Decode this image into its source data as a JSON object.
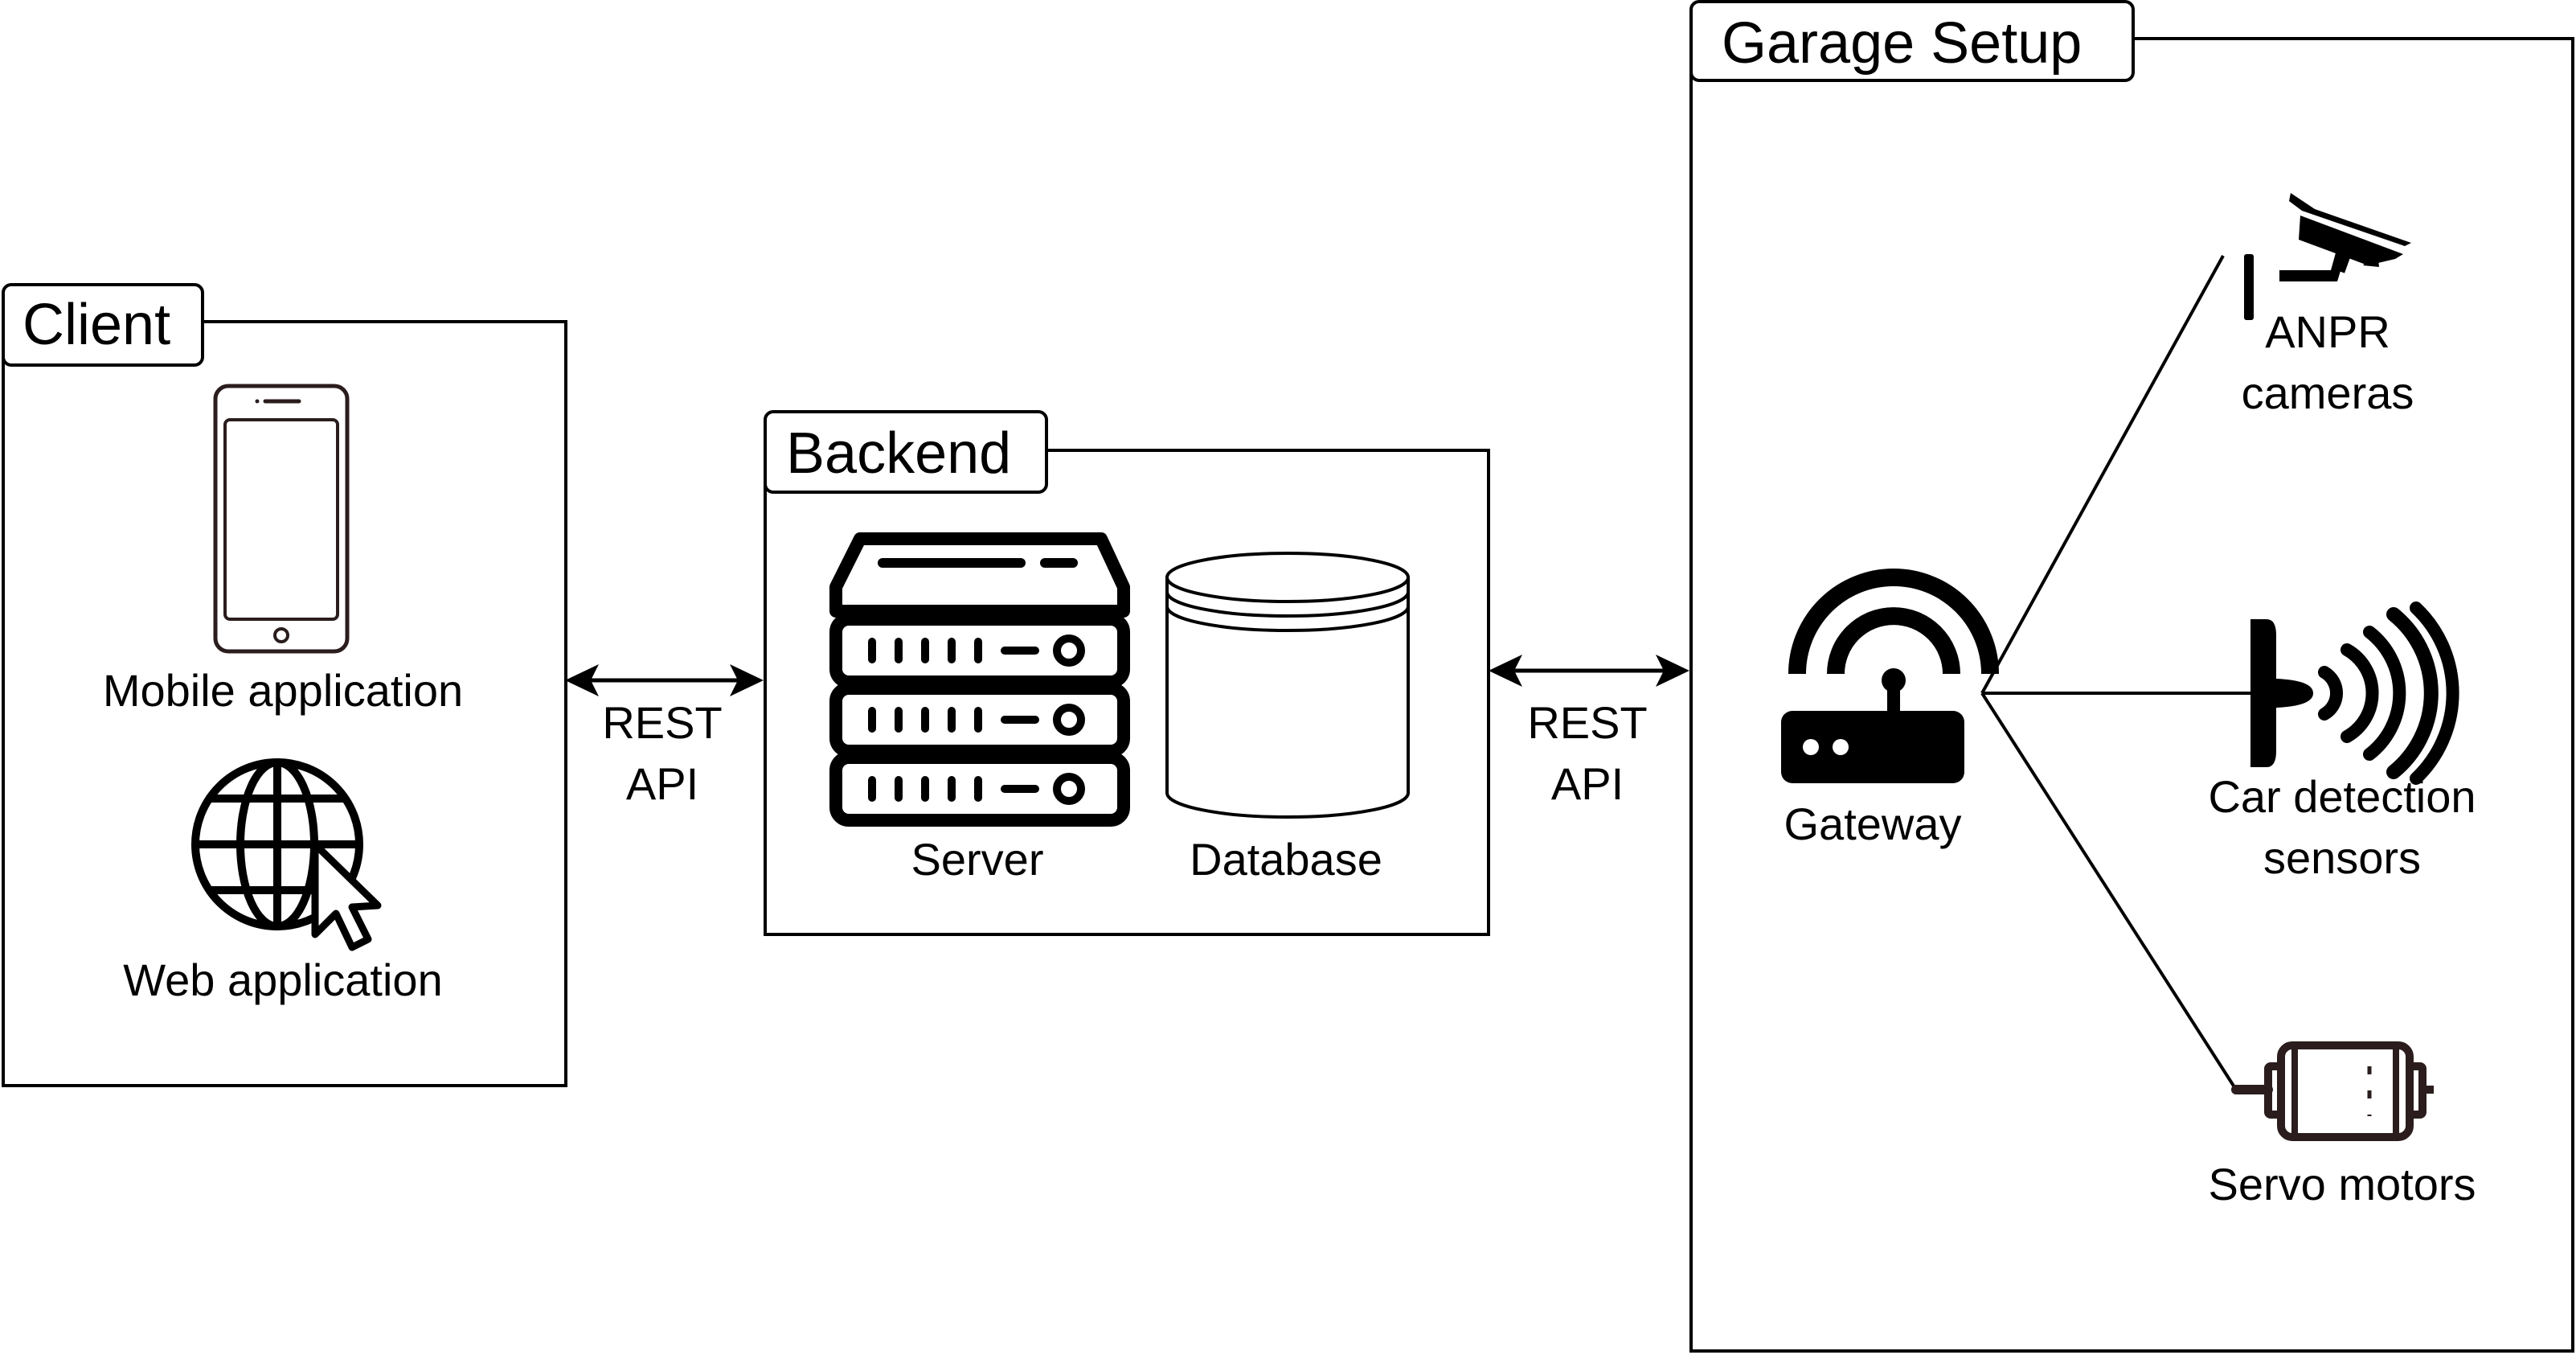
{
  "groups": {
    "client": {
      "title": "Client"
    },
    "backend": {
      "title": "Backend"
    },
    "garage": {
      "title": "Garage Setup"
    }
  },
  "nodes": {
    "mobile": "Mobile application",
    "web": "Web application",
    "server": "Server",
    "database": "Database",
    "gateway": "Gateway",
    "anpr": [
      "ANPR",
      "cameras"
    ],
    "sensors": [
      "Car detection",
      "sensors"
    ],
    "servo": "Servo motors"
  },
  "links": {
    "client_backend": [
      "REST",
      "API"
    ],
    "backend_garage": [
      "REST",
      "API"
    ]
  },
  "icons": {
    "mobile": "smartphone-icon",
    "web": "globe-cursor-icon",
    "server": "server-rack-icon",
    "database": "database-cylinder-icon",
    "gateway": "wifi-router-icon",
    "anpr": "cctv-camera-icon",
    "sensors": "proximity-sensor-icon",
    "servo": "servo-motor-icon"
  }
}
